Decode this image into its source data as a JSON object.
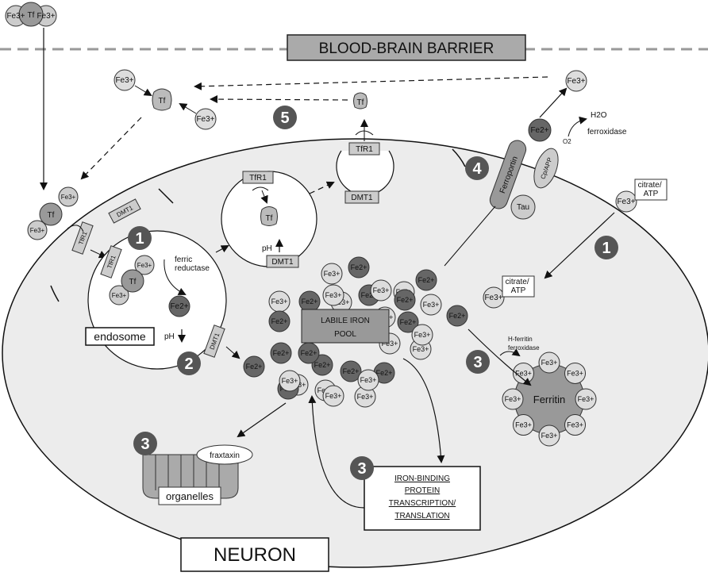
{
  "header": {
    "title": "BLOOD-BRAIN BARRIER"
  },
  "neuron": {
    "label": "NEURON"
  },
  "blood_tf": {
    "left": "Fe3+",
    "center": "Tf",
    "right": "Fe3+"
  },
  "extracellular": {
    "fe_a": "Fe3+",
    "tf": "Tf",
    "fe_b": "Fe3+",
    "fe_top_right": "Fe3+",
    "h2o": "H2O",
    "o2": "O2",
    "ferroxidase": "ferroxidase",
    "tf_released": "Tf"
  },
  "markers": {
    "step1_left": "1",
    "step2": "2",
    "step3_org": "3",
    "step3_trans": "3",
    "step3_ferritin": "3",
    "step4": "4",
    "step5": "5",
    "step1_right": "1"
  },
  "membrane": {
    "tf_left": "Tf",
    "fe_left_a": "Fe3+",
    "fe_left_b": "Fe3+",
    "tfr1_left": "TfR1",
    "dmt1_left": "DMT1",
    "tfr1_top": "TfR1",
    "dmt1_top": "DMT1"
  },
  "endosome": {
    "tfr1": "TfR1",
    "tf": "Tf",
    "fe_a": "Fe3+",
    "fe_b": "Fe3+",
    "ferric_reductase": "ferric\nreductase",
    "fe2": "Fe2+",
    "label": "endosome",
    "ph": "pH",
    "dmt1": "DMT1"
  },
  "recycling_vesicle": {
    "tfr1": "TfR1",
    "tf": "Tf",
    "ph": "pH",
    "dmt1": "DMT1"
  },
  "export": {
    "ferroportin": "Ferroportin",
    "fe2": "Fe2+",
    "cp_app": "Cp/APP",
    "tau": "Tau"
  },
  "citrate": {
    "outside_box": "citrate/\nATP",
    "outside_fe": "Fe3+",
    "inside_box": "citrate/\nATP",
    "inside_fe": "Fe3+"
  },
  "lip": {
    "label": "LABILE IRON\nPOOL",
    "ions": [
      "Fe3+",
      "Fe2+",
      "Fe2+",
      "Fe3+",
      "Fe2+",
      "Fe3+",
      "Fe2+",
      "Fe3+",
      "Fe3+",
      "Fe3+",
      "Fe3+",
      "Fe2+",
      "Fe2+",
      "Fe2+",
      "Fe2+",
      "Fe2+",
      "Fe3+",
      "Fe2+",
      "Fe2+",
      "Fe3+",
      "Fe3+",
      "Fe3+",
      "Fe2+",
      "Fe3+",
      "Fe2+",
      "Fe3+",
      "Fe3+",
      "Fe2+",
      "Fe3+",
      "Fe2+",
      "Fe3+",
      "Fe3+",
      "Fe2+",
      "Fe3+"
    ]
  },
  "ferritin": {
    "label": "Ferritin",
    "h_ferritin": "H-ferritin\nferroxidase",
    "ions": [
      "Fe3+",
      "Fe3+",
      "Fe3+",
      "Fe3+",
      "Fe3+",
      "Fe3+",
      "Fe3+",
      "Fe3+"
    ]
  },
  "organelles": {
    "label": "organelles",
    "frataxin": "fraxtaxin"
  },
  "transcription": {
    "text": "IRON-BINDING\nPROTEIN\nTRANSCRIPTION/\nTRANSLATION"
  }
}
